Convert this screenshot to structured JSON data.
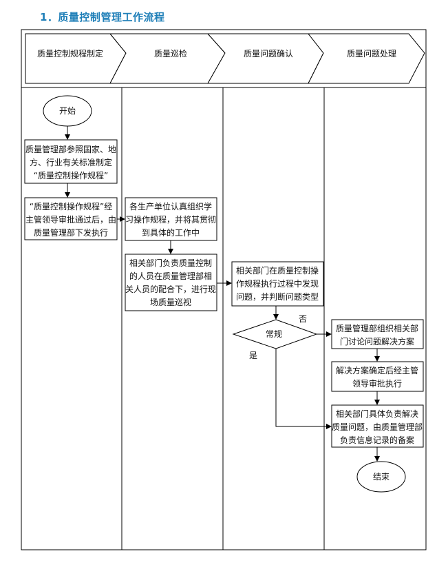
{
  "title": "1．质量控制管理工作流程",
  "lanes": [
    {
      "label": "质量控制规程制定"
    },
    {
      "label": "质量巡检"
    },
    {
      "label": "质量问题确认"
    },
    {
      "label": "质量问题处理"
    }
  ],
  "nodes": {
    "start": "开始",
    "step1": [
      "质量管理部参照国家、地",
      "方、行业有关标准制定",
      "“质量控制操作规程”"
    ],
    "step2": [
      "“质量控制操作规程”经",
      "主管领导审批通过后，由",
      "质量管理部下发执行"
    ],
    "step3": [
      "各生产单位认真组织学",
      "习操作规程，并将其贯彻",
      "到具体的工作中"
    ],
    "step4": [
      "相关部门负责质量控制",
      "的人员在质量管理部相",
      "关人员的配合下，进行现",
      "场质量巡视"
    ],
    "step5": [
      "相关部门在质量控制操",
      "作规程执行过程中发现",
      "问题，并判断问题类型"
    ],
    "decision": "常规",
    "no_label": "否",
    "yes_label": "是",
    "step6": [
      "质量管理部组织相关部",
      "门讨论问题解决方案"
    ],
    "step7": [
      "解决方案确定后经主管",
      "领导审批执行"
    ],
    "step8": [
      "相关部门具体负责解决",
      "质量问题，由质量管理部",
      "负责信息记录的备案"
    ],
    "end": "结束"
  }
}
